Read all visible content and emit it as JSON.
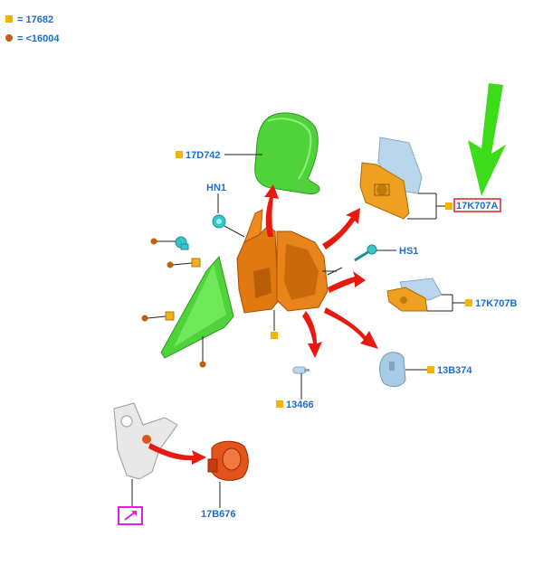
{
  "legend": {
    "square": {
      "marker": "square",
      "color": "#f5b400",
      "text": "= 17682"
    },
    "circle": {
      "marker": "circle",
      "color": "#c0620a",
      "text": "= <16004"
    }
  },
  "labels": {
    "l17D742": "17D742",
    "lHN1": "HN1",
    "lHS1": "HS1",
    "l17K707A": "17K707A",
    "l17K707B": "17K707B",
    "l13B374": "13B374",
    "l13466": "13466",
    "l17B676": "17B676"
  },
  "colors": {
    "callout_arrow": "#3ddc1a",
    "explode_arrow": "#e8190f",
    "link_box": "#e020e0",
    "highlight_box": "#e02020",
    "mirror_head": "#e07a10",
    "cover": "#4fd23a",
    "glass": "#b9d6ec",
    "lamp": "#e2541a",
    "marker_square": "#f5b400",
    "marker_circle": "#c0620a"
  },
  "icons": {
    "link_box": "arrow-link-icon"
  }
}
